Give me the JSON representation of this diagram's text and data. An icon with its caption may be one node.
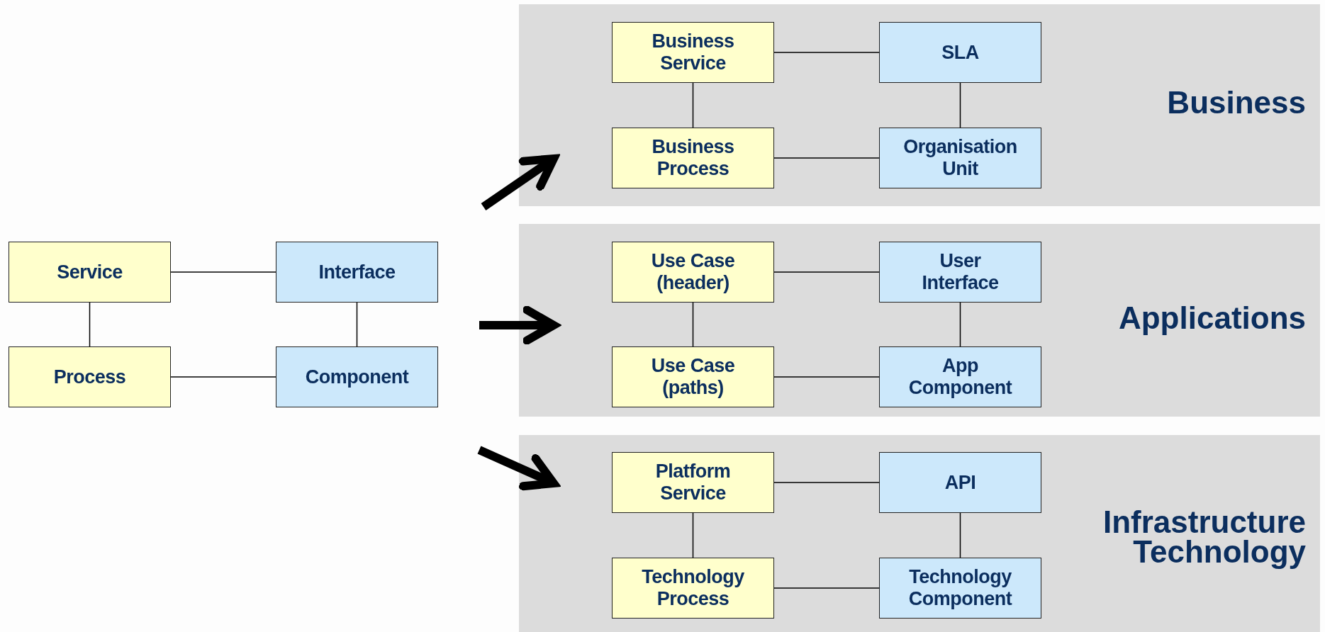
{
  "diagram": {
    "nodes": [
      {
        "text": [
          "Service"
        ]
      },
      {
        "text": [
          "Interface"
        ]
      },
      {
        "text": [
          "Process"
        ]
      },
      {
        "text": [
          "Component"
        ]
      },
      {
        "text": [
          "Business"
        ]
      },
      {
        "text": [
          "Business Service"
        ],
        "in": 4
      },
      {
        "text": [
          "SLA"
        ],
        "in": 4
      },
      {
        "text": [
          "Business Process"
        ],
        "in": 4
      },
      {
        "text": [
          "Organisation Unit"
        ],
        "in": 4
      },
      {
        "text": [
          "Applications"
        ]
      },
      {
        "text": [
          "Use Case (header)"
        ],
        "in": 9
      },
      {
        "text": [
          "User Interface"
        ],
        "in": 9
      },
      {
        "text": [
          "Use Case (paths)"
        ],
        "in": 9
      },
      {
        "text": [
          "App Component"
        ],
        "in": 9
      },
      {
        "text": [
          "Infrastructure Technology"
        ]
      },
      {
        "text": [
          "Platform Service"
        ],
        "in": 14
      },
      {
        "text": [
          "API"
        ],
        "in": 14
      },
      {
        "text": [
          "Technology Process"
        ],
        "in": 14
      },
      {
        "text": [
          "Technology Component"
        ],
        "in": 14
      }
    ],
    "edges": [
      {
        "from": 0,
        "to": 1,
        "arrow": "none"
      },
      {
        "from": 0,
        "to": 2,
        "arrow": "none"
      },
      {
        "from": 1,
        "to": 3,
        "arrow": "none"
      },
      {
        "from": 2,
        "to": 3,
        "arrow": "none"
      },
      {
        "from": 5,
        "to": 6,
        "arrow": "none"
      },
      {
        "from": 5,
        "to": 7,
        "arrow": "none"
      },
      {
        "from": 6,
        "to": 8,
        "arrow": "none"
      },
      {
        "from": 7,
        "to": 8,
        "arrow": "none"
      },
      {
        "from": 10,
        "to": 11,
        "arrow": "none"
      },
      {
        "from": 10,
        "to": 12,
        "arrow": "none"
      },
      {
        "from": 11,
        "to": 13,
        "arrow": "none"
      },
      {
        "from": 12,
        "to": 13,
        "arrow": "none"
      },
      {
        "from": 15,
        "to": 16,
        "arrow": "none"
      },
      {
        "from": 15,
        "to": 17,
        "arrow": "none"
      },
      {
        "from": 16,
        "to": 18,
        "arrow": "none"
      },
      {
        "from": 17,
        "to": 18,
        "arrow": "none"
      },
      {
        "from": null,
        "to": 4,
        "arrow": "to",
        "style": "thick"
      },
      {
        "from": null,
        "to": 9,
        "arrow": "to",
        "style": "thick"
      },
      {
        "from": null,
        "to": 14,
        "arrow": "to",
        "style": "thick"
      }
    ]
  }
}
